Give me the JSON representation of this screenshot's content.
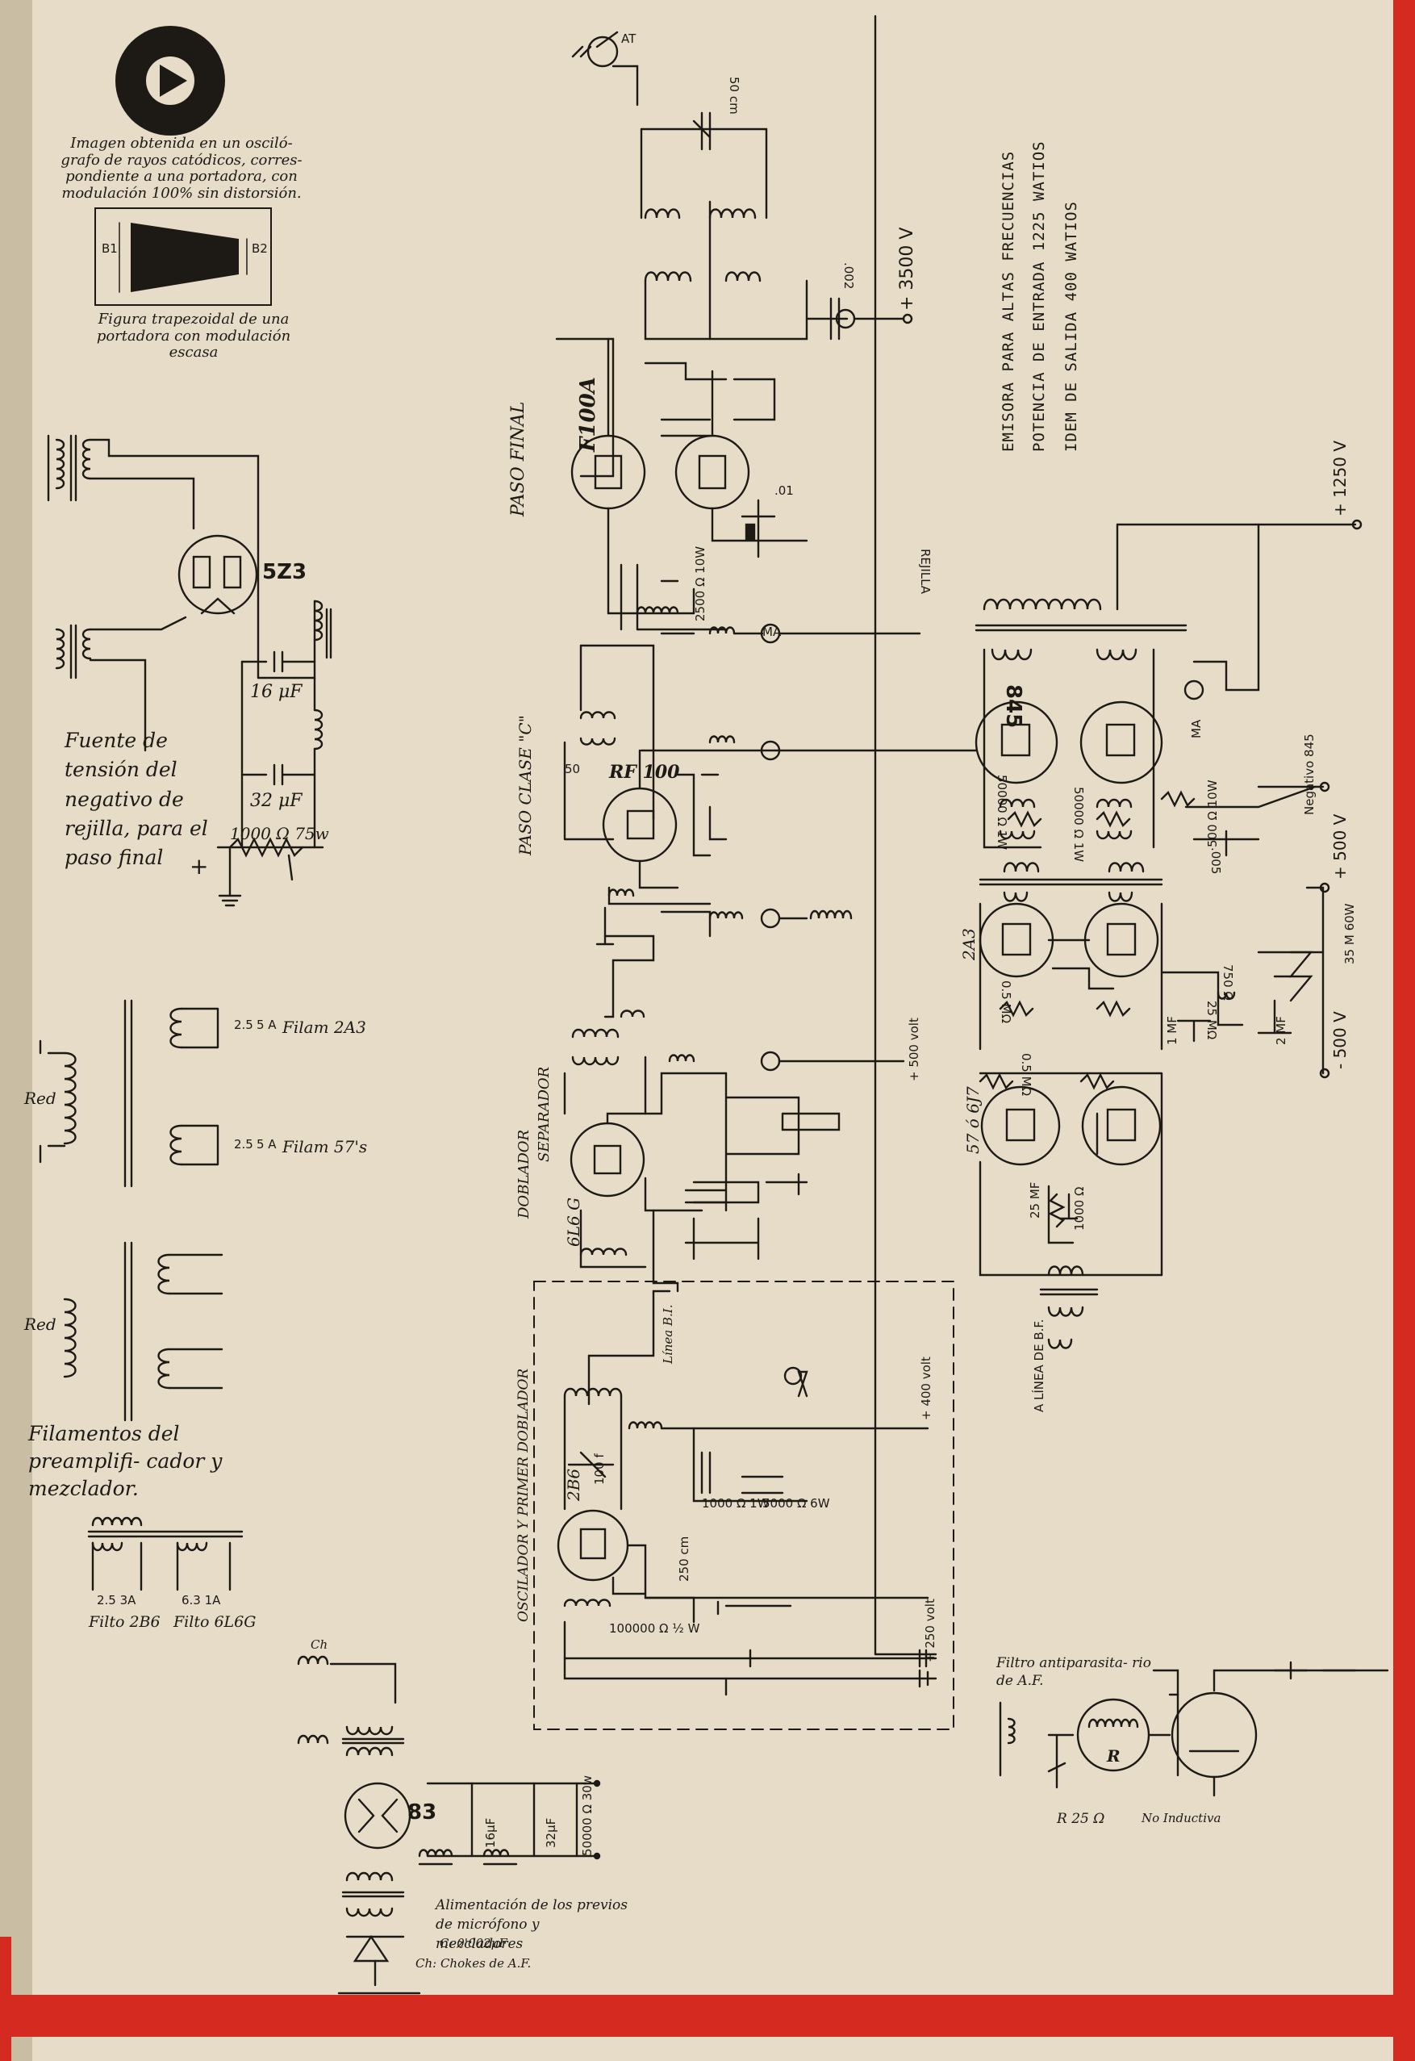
{
  "colors": {
    "paper": "#e6dcc7",
    "ink": "#1d1a16",
    "accent": "#d52a1f"
  },
  "icons": {
    "play": "play-icon"
  },
  "oscillograph": {
    "caption": "Imagen obtenida en un osciló- grafo de rayos catódicos, corres- pondiente a una portadora, con modulación 100% sin distorsión.",
    "b1": "B1",
    "b2": "B2",
    "figure_caption": "Figura trapezoidal de una portadora con modulación escasa"
  },
  "title_block": {
    "line1": "EMISORA PARA ALTAS FRECUENCIAS",
    "line2": "POTENCIA DE ENTRADA 1225 WATIOS",
    "line3": "IDEM DE SALIDA 400 WATIOS"
  },
  "negative_supply": {
    "tube": "5Z3",
    "c1": "16 μF",
    "c2": "32 μF",
    "resistor": "1000 Ω 75w",
    "plus": "+",
    "caption": "Fuente de tensión del negativo de rejilla, para el paso final"
  },
  "filaments": {
    "red1": "Red",
    "red2": "Red",
    "fil_2a3": "Filam 2A3",
    "fil_57s": "Filam 57's",
    "v1": "2.5",
    "a1": "5 A",
    "v2": "2.5",
    "a2": "5 A",
    "caption": "Filamentos del preamplifi- cador y mezclador.",
    "fil_2b6_rating": "2.5 3A",
    "fil_2b6": "Filto 2B6",
    "fil_6l6_rating": "6.3 1A",
    "fil_6l6": "Filto 6L6G"
  },
  "power_83": {
    "tube": "83",
    "ch": "Ch",
    "c16": "16μF",
    "c32": "32μF",
    "res": "50000 Ω 30w",
    "caption": "Alimentación de los previos de micrófono y mezcladores",
    "note1": "C: 0'002μF",
    "note2": "Ch: Chokes de A.F."
  },
  "rf_chain": {
    "antenna": "AT",
    "c50cm": "50 cm",
    "plus3500": "+ 3500 V",
    "c002": ".002",
    "final_stage": "PASO FINAL",
    "final_tube": "F100A",
    "c01": ".01",
    "rejilla": "REJILLA",
    "r2500": "2500 Ω 10W",
    "ma": "MA",
    "class_c_stage": "PASO CLASE \"C\"",
    "rf100": "RF 100",
    "c50": "50",
    "separador": "SEPARADOR",
    "doblador": "DOBLADOR",
    "tube_6l6g": "6L6 G",
    "plus500": "+ 500 volt",
    "linea": "Línea B.I.",
    "osc_stage": "OSCILADOR Y PRIMER DOBLADOR",
    "tube_2b6": "2B6",
    "c100": "100 f",
    "c250": "250 cm",
    "r1000": "1000 Ω 1W",
    "r5000": "5000 Ω 6W",
    "r100000": "100000 Ω ½ W",
    "plus400": "+ 400 volt",
    "plus250": "+ 250 volt"
  },
  "modulator": {
    "tube_845": "845",
    "r50000a": "50000 Ω 1W",
    "r50000b": "50000 Ω 1W",
    "r500": "500 Ω 10W",
    "c005": ".005",
    "ma": "MA",
    "neg845": "Negativo 845",
    "plus1250": "+ 1250 V",
    "plus500": "+ 500 V",
    "minus500": "- 500 V",
    "tube_2a3": "2A3",
    "r750": "750 Ω",
    "r25meg": "25 MΩ",
    "r05meg": "0.5 MΩ",
    "c1mf": "1 MF",
    "c2mf": "2 MF",
    "r35m": "35 M 60W",
    "tube_57": "57 ó 6J7",
    "r1000": "1000 Ω",
    "c25mf": "25 MF",
    "r05": "0.5 MΩ",
    "linea_bf": "A LÍNEA DE B.F."
  },
  "filter": {
    "title": "Filtro antiparasita- rio de A.F.",
    "r_label": "R",
    "note_r": "R 25 Ω",
    "note_noind": "No Inductiva"
  }
}
